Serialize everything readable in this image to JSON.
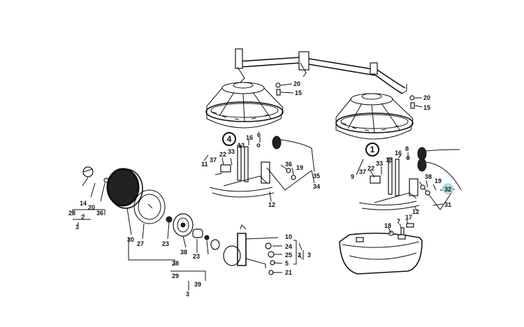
{
  "diagram": {
    "labels": {
      "frame_20": "20",
      "frame_15": "15",
      "frame_20b": "20",
      "frame_15b": "15",
      "group_4": "4",
      "group_1": "1",
      "l11": "11",
      "l22": "22",
      "l33": "33",
      "l37": "37",
      "l13": "13",
      "l16": "16",
      "l6": "6",
      "l36": "36",
      "l19": "19",
      "l35": "35",
      "l34": "34",
      "l12": "12",
      "r9": "9",
      "r37": "37",
      "r22": "22",
      "r33": "33",
      "r13": "13",
      "r16": "16",
      "r8": "8",
      "r38": "38",
      "r19": "19",
      "r32": "32",
      "r31": "31",
      "r12": "12",
      "b18": "18",
      "b7": "7",
      "b17": "17",
      "w28a": "28",
      "w2a": "2",
      "w3a": "3",
      "w14": "14",
      "w20": "20",
      "w36": "36",
      "w30": "30",
      "w27": "27",
      "c23a": "23",
      "c38": "38",
      "c23b": "23",
      "c28": "28",
      "c29": "29",
      "c39": "39",
      "c3": "3",
      "g10": "10",
      "g24": "24",
      "g25": "25",
      "g2": "2",
      "g3": "3",
      "g5": "5",
      "g21": "21"
    },
    "colors": {
      "highlight": "#a8dce0",
      "ink": "#111111"
    }
  }
}
